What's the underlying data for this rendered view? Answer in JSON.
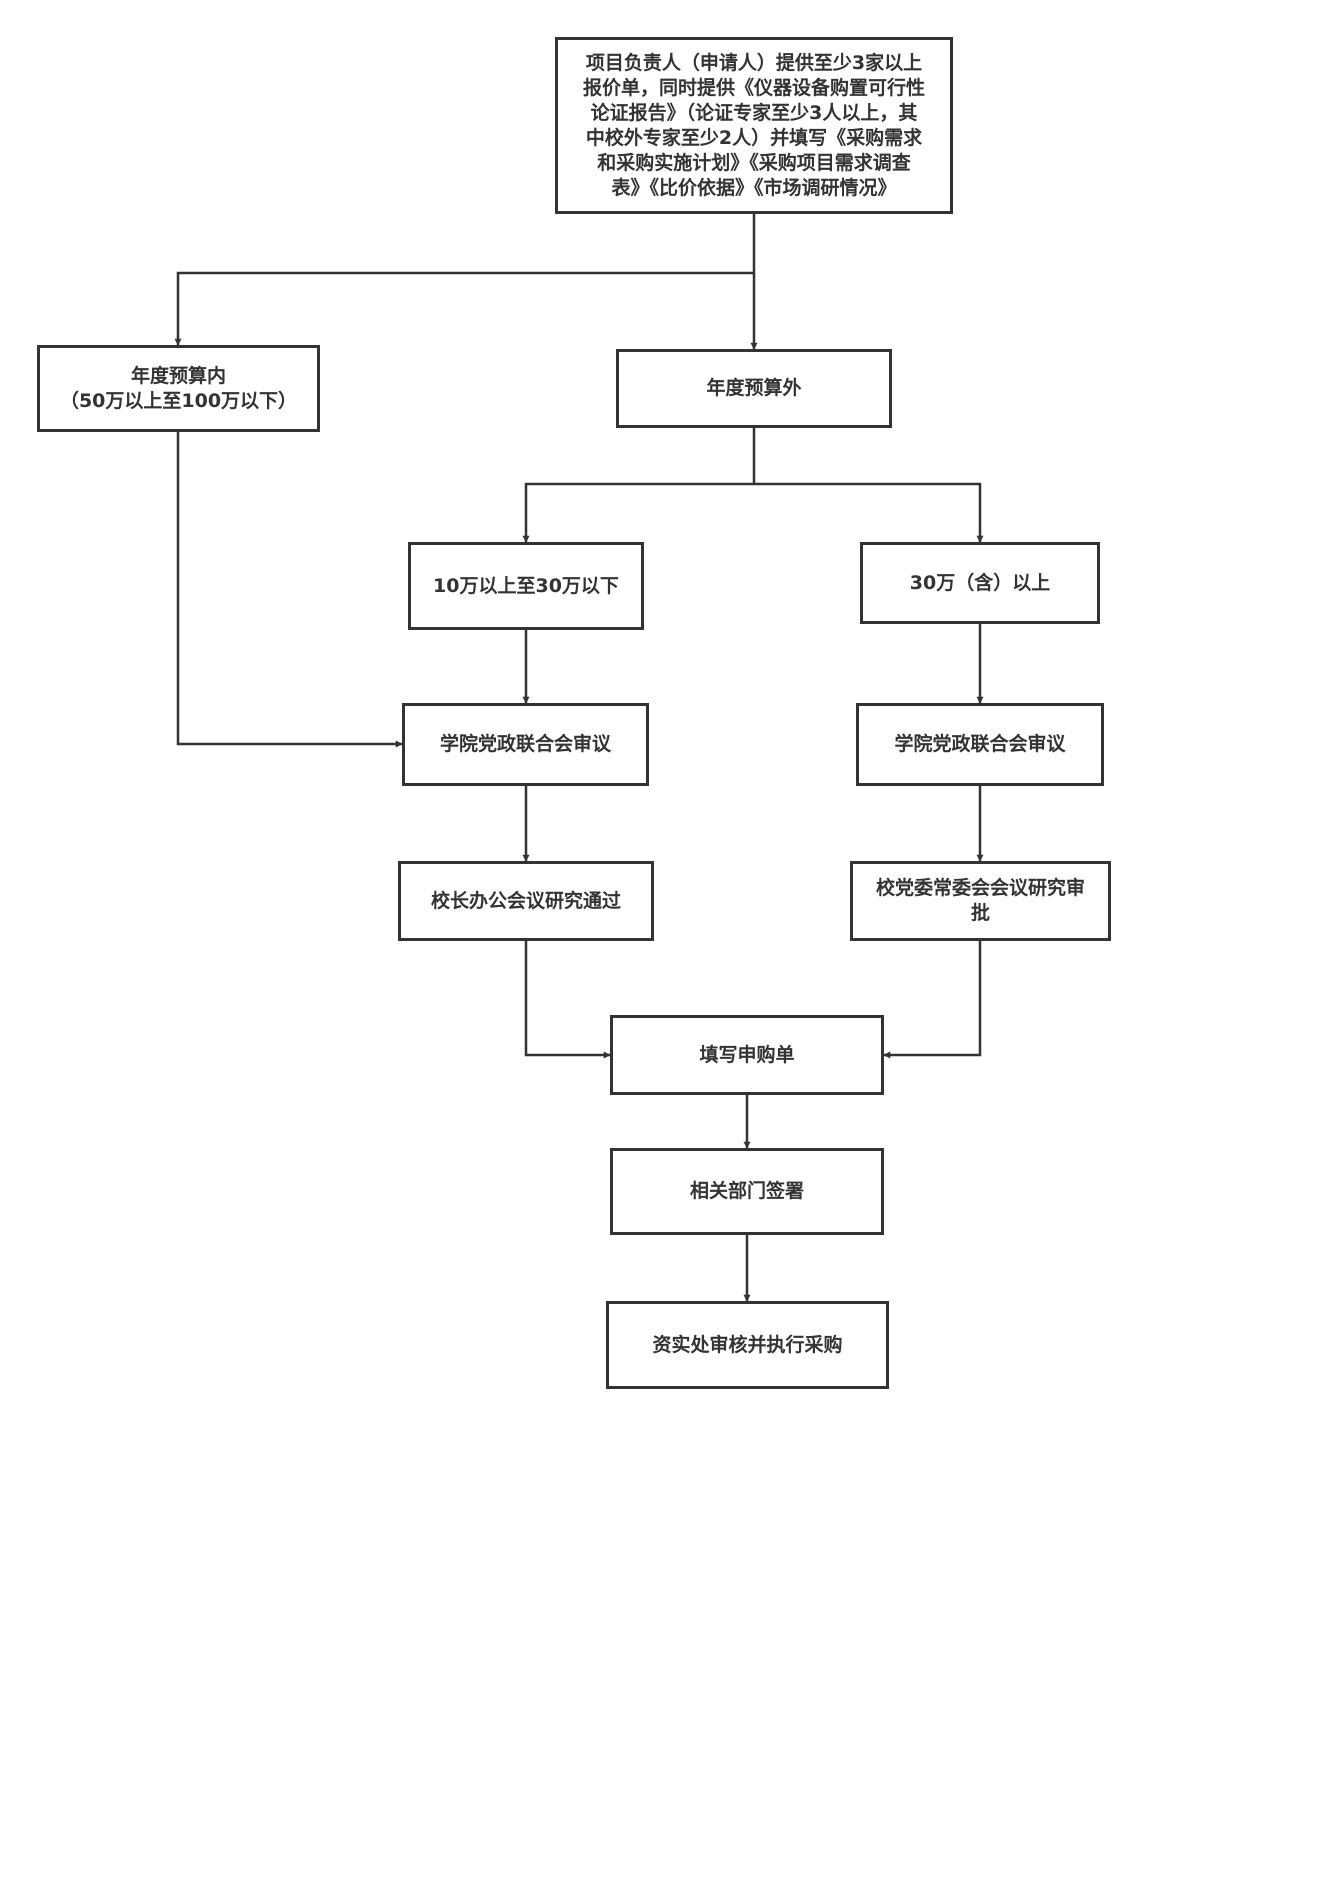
{
  "colors": {
    "stroke": "#333333",
    "fill": "#ffffff",
    "text": "#333333"
  },
  "nodes": {
    "top": "项目负责人（申请人）提供至少3家以上\n报价单，同时提供《仪器设备购置可行性\n论证报告》（论证专家至少3人以上，其\n中校外专家至少2人）并填写《采购需求\n和采购实施计划》《采购项目需求调查\n表》《比价依据》《市场调研情况》",
    "in_budget": "年度预算内\n（50万以上至100万以下）",
    "out_budget": "年度预算外",
    "range_10_30": "10万以上至30万以下",
    "range_30_up": "30万（含）以上",
    "college_review_a": "学院党政联合会审议",
    "college_review_b": "学院党政联合会审议",
    "president_office": "校长办公会议研究通过",
    "party_standing": "校党委常委会会议研究审\n批",
    "fill_form": "填写申购单",
    "dept_sign": "相关部门签署",
    "execute": "资实处审核并执行采购"
  }
}
